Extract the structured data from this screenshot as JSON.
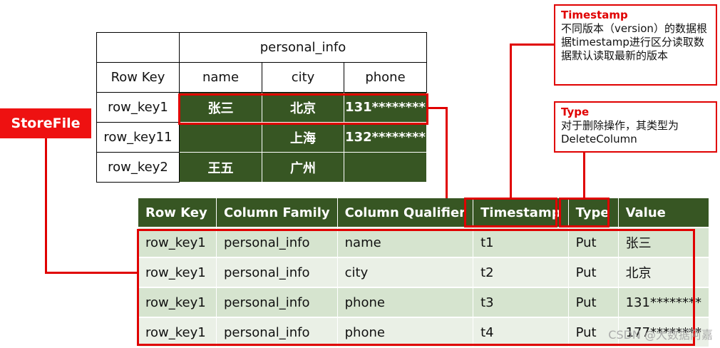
{
  "top_table": {
    "group_header": "personal_info",
    "headers": [
      "Row Key",
      "name",
      "city",
      "phone"
    ],
    "rows": [
      [
        "row_key1",
        "张三",
        "北京",
        "131********"
      ],
      [
        "row_key11",
        "",
        "上海",
        "132********"
      ],
      [
        "row_key2",
        "王五",
        "广州",
        ""
      ]
    ]
  },
  "bottom_table": {
    "headers": [
      "Row Key",
      "Column Family",
      "Column Qualifier",
      "Timestamp",
      "Type",
      "Value"
    ],
    "rows": [
      [
        "row_key1",
        "personal_info",
        "name",
        "t1",
        "Put",
        "张三"
      ],
      [
        "row_key1",
        "personal_info",
        "city",
        "t2",
        "Put",
        "北京"
      ],
      [
        "row_key1",
        "personal_info",
        "phone",
        "t3",
        "Put",
        "131********"
      ],
      [
        "row_key1",
        "personal_info",
        "phone",
        "t4",
        "Put",
        "177********"
      ]
    ]
  },
  "storefile_label": "StoreFile",
  "notes": {
    "timestamp": {
      "title": "Timestamp",
      "body": "不同版本（version）的数据根据timestamp进行区分读取数据默认读取最新的版本"
    },
    "type": {
      "title": "Type",
      "body": "对于删除操作，其类型为DeleteColumn"
    }
  },
  "watermark": "CSDN @大数据阿嘉",
  "colors": {
    "accent_red": "#e00000",
    "header_green": "#375623",
    "row_light_green": "#d6e4cf"
  }
}
